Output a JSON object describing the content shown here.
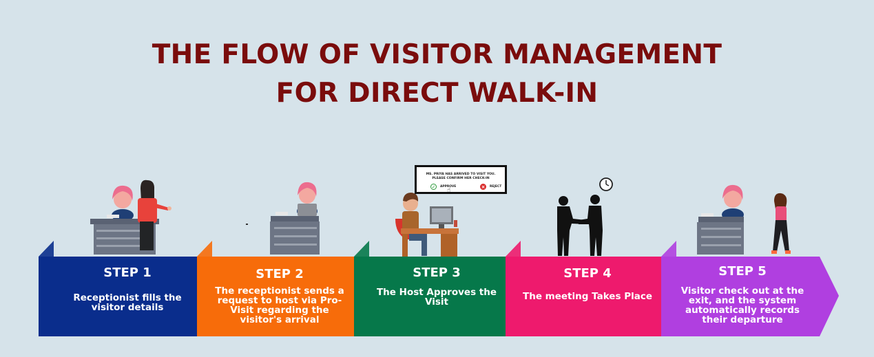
{
  "title": {
    "line1": "THE FLOW OF VISITOR MANAGEMENT",
    "line2": "FOR DIRECT WALK-IN"
  },
  "steps": [
    {
      "title": "STEP 1",
      "description": "Receptionist fills the visitor details",
      "color": "#0a2d8c"
    },
    {
      "title": "STEP 2",
      "description": "The receptionist sends a request to host via Pro-Visit regarding the visitor's arrival",
      "color": "#f76c0a"
    },
    {
      "title": "STEP 3",
      "description": "The Host Approves the Visit",
      "color": "#06784a"
    },
    {
      "title": "STEP 4",
      "description": "The meeting Takes Place",
      "color": "#ee1a6d"
    },
    {
      "title": "STEP 5",
      "description": "Visitor check out at the exit, and the system automatically records their departure",
      "color": "#b03fe0"
    }
  ],
  "notification": {
    "message": "MS. PRIYA HAS ARRIVED TO VISIT YOU. PLEASE CONFIRM HER CHECK-IN",
    "approve_label": "APPROVE",
    "reject_label": "REJECT"
  },
  "icons": {
    "approve": "check-circle-icon",
    "reject": "x-circle-icon",
    "clock": "clock-icon",
    "cursor": "hand-cursor-icon"
  }
}
